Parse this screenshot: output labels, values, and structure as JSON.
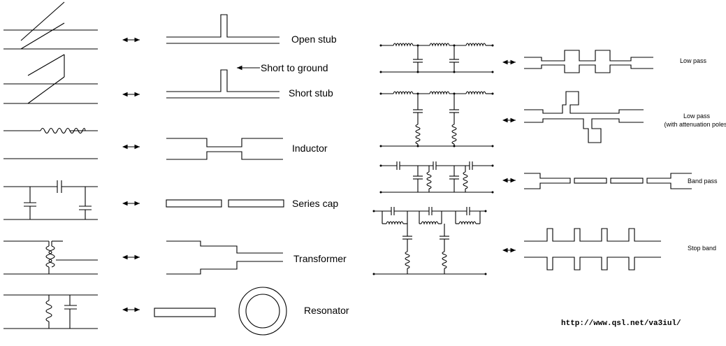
{
  "labels": {
    "open_stub": "Open stub",
    "short_to_ground": "Short to ground",
    "short_stub": "Short stub",
    "inductor": "Inductor",
    "series_cap": "Series cap",
    "transformer": "Transformer",
    "resonator": "Resonator",
    "low_pass": "Low pass",
    "low_pass_poles_1": "Low pass",
    "low_pass_poles_2": "(with attenuation poles)",
    "band_pass": "Band pass",
    "stop_band": "Stop band"
  },
  "credit": {
    "url": "http://www.qsl.net/va3iul/"
  },
  "colors": {
    "ink": "#000000",
    "background": "#ffffff"
  }
}
